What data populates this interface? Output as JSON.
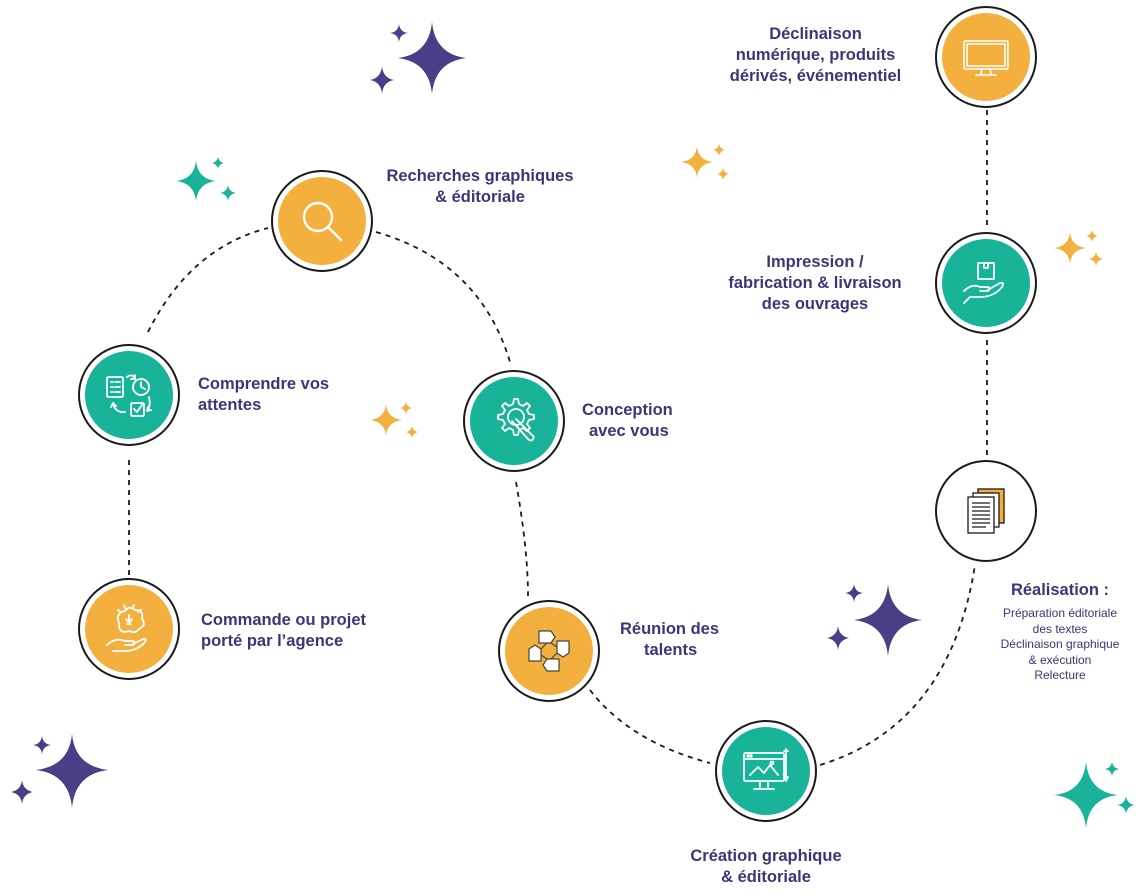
{
  "colors": {
    "orange": "#f3b03e",
    "teal": "#19b39a",
    "purple": "#3f3478",
    "outline": "#1a1a1a"
  },
  "steps": [
    {
      "id": "commande",
      "color": "orange",
      "icon": "brain-hand-icon",
      "lines": [
        "Commande ou projet",
        "porté par l’agence"
      ]
    },
    {
      "id": "comprendre",
      "color": "teal",
      "icon": "checklist-cycle-icon",
      "lines": [
        "Comprendre vos",
        "attentes"
      ]
    },
    {
      "id": "recherches",
      "color": "orange",
      "icon": "magnifier-icon",
      "lines": [
        "Recherches graphiques",
        "& éditoriale"
      ]
    },
    {
      "id": "conception",
      "color": "teal",
      "icon": "gear-wrench-icon",
      "lines": [
        "Conception",
        "avec vous"
      ]
    },
    {
      "id": "reunion",
      "color": "orange",
      "icon": "joined-hands-icon",
      "lines": [
        "Réunion des",
        "talents"
      ]
    },
    {
      "id": "creation",
      "color": "teal",
      "icon": "design-monitor-icon",
      "lines": [
        "Création graphique",
        "& éditoriale"
      ]
    },
    {
      "id": "realisation",
      "color": "white",
      "icon": "documents-stack-icon",
      "lines": [
        "Réalisation :"
      ],
      "details": [
        "Préparation éditoriale",
        "des textes",
        "Déclinaison graphique",
        "& exécution",
        "Relecture"
      ]
    },
    {
      "id": "impression",
      "color": "teal",
      "icon": "box-hand-icon",
      "lines": [
        "Impression /",
        "fabrication & livraison",
        "des ouvrages"
      ]
    },
    {
      "id": "declinaison",
      "color": "orange",
      "icon": "monitor-icon",
      "lines": [
        "Déclinaison",
        "numérique, produits",
        "dérivés, événementiel"
      ]
    }
  ]
}
